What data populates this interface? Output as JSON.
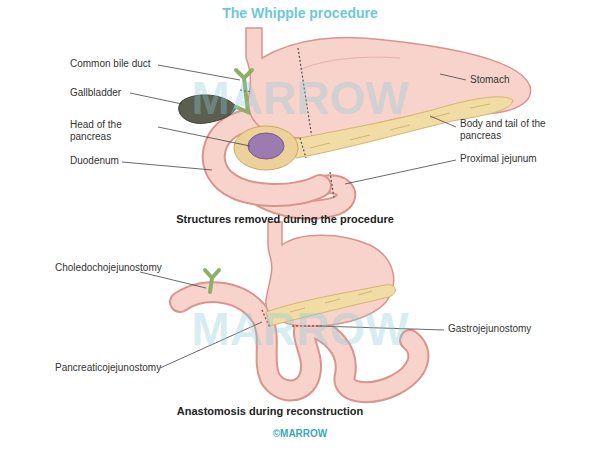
{
  "diagram": {
    "title": "The Whipple procedure",
    "labels": [
      "Common bile duct",
      "Gallbladder",
      "Head of the pancreas",
      "Duodenum",
      "Stomach",
      "Body and tail of the pancreas",
      "Proximal jejunum",
      "MARROW",
      "Structures removed during the procedure",
      "Choledochojejunostomy",
      "Gastrojejunostomy",
      "Pancreaticojejunostomy",
      "MARROW",
      "Anastomosis during reconstruction",
      "©MARROW"
    ]
  }
}
